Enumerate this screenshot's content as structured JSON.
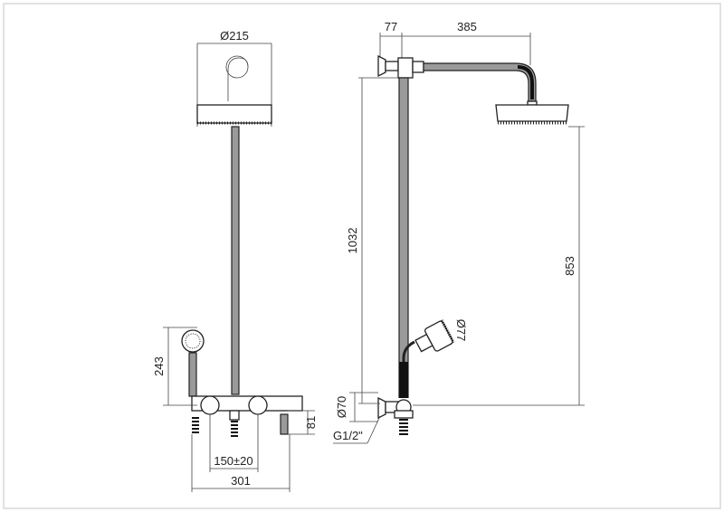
{
  "drawing": {
    "front_view": {
      "head_diameter": "Ø215",
      "hand_shower_height": "243",
      "valve_height": "81",
      "centers": "150±20",
      "overall_width": "301"
    },
    "side_view": {
      "wall_offset": "77",
      "arm_reach": "385",
      "total_height": "1032",
      "head_height": "853",
      "hand_shower_diameter": "Ø77",
      "wall_flange_diameter": "Ø70",
      "connection_thread": "G1/2\""
    }
  }
}
